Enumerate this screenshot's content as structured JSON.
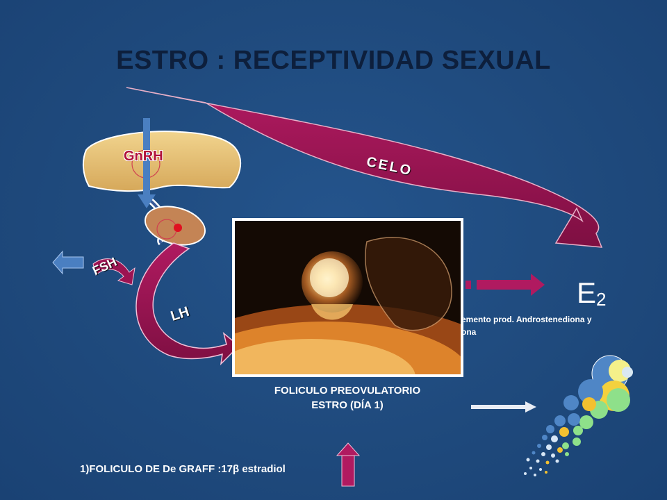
{
  "title": "ESTRO : RECEPTIVIDAD SEXUAL",
  "labels": {
    "gnrh": "GnRH",
    "celo": "CELO",
    "fsh": "FSH",
    "lh": "LH",
    "e2_main": "E",
    "e2_sub": "2",
    "note_line1": "emento prod. Androstenediona y",
    "note_line2": "ona"
  },
  "caption": {
    "line1": "FOLICULO PREOVULATORIO",
    "line2": "ESTRO (DÍA 1)"
  },
  "footer": "1)FOLICULO DE  De GRAFF :17β estradiol",
  "colors": {
    "background": "#1f4a7d",
    "title": "#0d1f3c",
    "arrow_magenta": "#9c1452",
    "arrow_blue": "#4a7fc1",
    "hypothalamus": "#e8c477",
    "pituitary": "#c8895a"
  }
}
